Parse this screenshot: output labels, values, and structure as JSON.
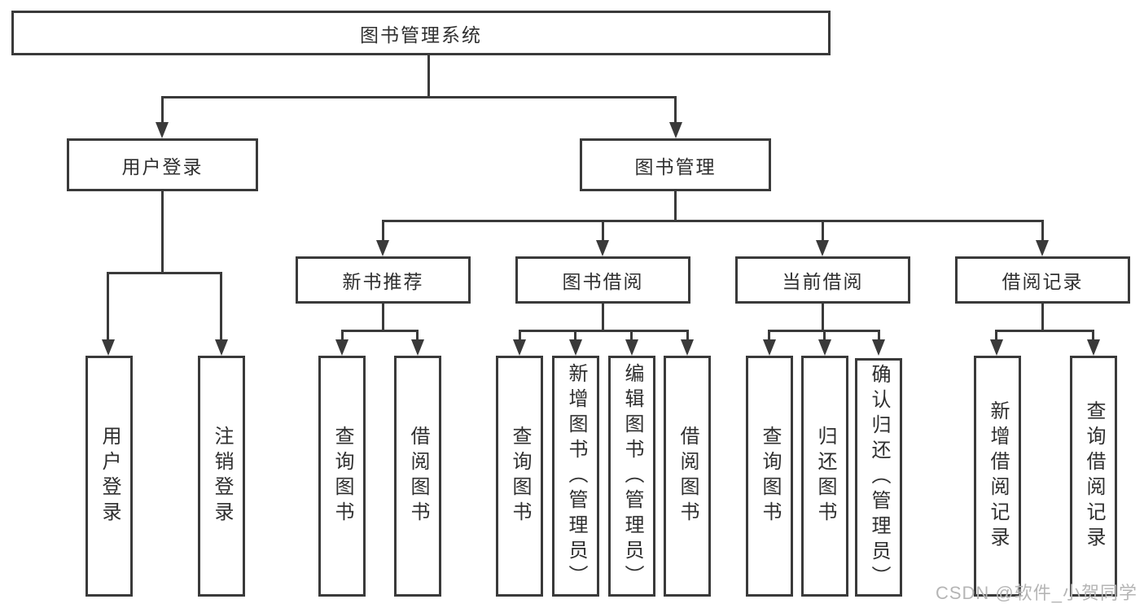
{
  "diagram": {
    "root": {
      "label": "图书管理系统"
    },
    "level2": [
      {
        "id": "user-login",
        "label": "用户登录"
      },
      {
        "id": "book-management",
        "label": "图书管理"
      }
    ],
    "level3": [
      {
        "id": "new-book-recommend",
        "label": "新书推荐"
      },
      {
        "id": "book-borrowing",
        "label": "图书借阅"
      },
      {
        "id": "current-borrowing",
        "label": "当前借阅"
      },
      {
        "id": "borrowing-records",
        "label": "借阅记录"
      }
    ],
    "leaves": [
      {
        "parent": "user-login",
        "label": "用户登录"
      },
      {
        "parent": "user-login",
        "label": "注销登录"
      },
      {
        "parent": "new-book-recommend",
        "label": "查询图书"
      },
      {
        "parent": "new-book-recommend",
        "label": "借阅图书"
      },
      {
        "parent": "book-borrowing",
        "label": "查询图书"
      },
      {
        "parent": "book-borrowing",
        "label": "新增图书（管理员）"
      },
      {
        "parent": "book-borrowing",
        "label": "编辑图书（管理员）"
      },
      {
        "parent": "book-borrowing",
        "label": "借阅图书"
      },
      {
        "parent": "current-borrowing",
        "label": "查询图书"
      },
      {
        "parent": "current-borrowing",
        "label": "归还图书"
      },
      {
        "parent": "current-borrowing",
        "label": "确认归还（管理员）"
      },
      {
        "parent": "borrowing-records",
        "label": "新增借阅记录"
      },
      {
        "parent": "borrowing-records",
        "label": "查询借阅记录"
      }
    ]
  },
  "watermark": "CSDN @软件_小贺同学",
  "colors": {
    "line": "#3a3a3a",
    "text": "#2f2f2f",
    "watermark": "#b5b5b5",
    "background": "#ffffff"
  }
}
